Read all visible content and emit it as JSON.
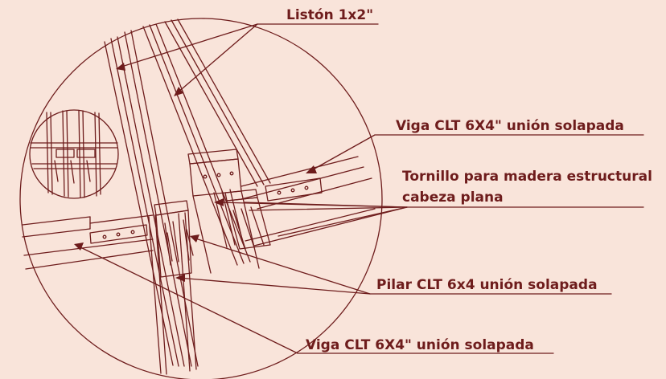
{
  "colors": {
    "background": "#f9e4da",
    "line": "#6e1c1c"
  },
  "labels": {
    "liston": "Listón 1x2\"",
    "viga_top": "Viga CLT 6X4\" unión solapada",
    "tornillo_line1": "Tornillo para madera estructural",
    "tornillo_line2": "cabeza plana",
    "pilar": "Pilar CLT 6x4 unión solapada",
    "viga_bottom": "Viga CLT 6X4\" unión solapada"
  }
}
